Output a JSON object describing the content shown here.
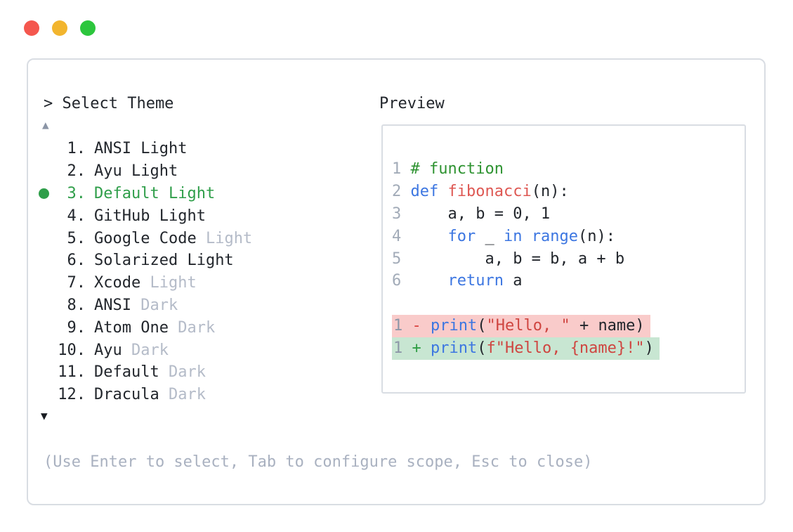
{
  "window": {
    "controls": [
      {
        "name": "close",
        "color": "#f4574e"
      },
      {
        "name": "minimize",
        "color": "#f2b52e"
      },
      {
        "name": "zoom",
        "color": "#2cc63d"
      }
    ]
  },
  "picker": {
    "prompt": "> Select Theme",
    "scroll_up_glyph": "▲",
    "scroll_down_glyph": "▼",
    "help": "(Use Enter to select, Tab to configure scope, Esc to close)",
    "items": [
      {
        "number": "1.",
        "name": "ANSI",
        "variant": "Light",
        "variant_muted": false,
        "selected": false
      },
      {
        "number": "2.",
        "name": "Ayu",
        "variant": "Light",
        "variant_muted": false,
        "selected": false
      },
      {
        "number": "3.",
        "name": "Default",
        "variant": "Light",
        "variant_muted": false,
        "selected": true
      },
      {
        "number": "4.",
        "name": "GitHub",
        "variant": "Light",
        "variant_muted": false,
        "selected": false
      },
      {
        "number": "5.",
        "name": "Google Code",
        "variant": "Light",
        "variant_muted": true,
        "selected": false
      },
      {
        "number": "6.",
        "name": "Solarized",
        "variant": "Light",
        "variant_muted": false,
        "selected": false
      },
      {
        "number": "7.",
        "name": "Xcode",
        "variant": "Light",
        "variant_muted": true,
        "selected": false
      },
      {
        "number": "8.",
        "name": "ANSI",
        "variant": "Dark",
        "variant_muted": true,
        "selected": false
      },
      {
        "number": "9.",
        "name": "Atom One",
        "variant": "Dark",
        "variant_muted": true,
        "selected": false
      },
      {
        "number": "10.",
        "name": "Ayu",
        "variant": "Dark",
        "variant_muted": true,
        "selected": false
      },
      {
        "number": "11.",
        "name": "Default",
        "variant": "Dark",
        "variant_muted": true,
        "selected": false
      },
      {
        "number": "12.",
        "name": "Dracula",
        "variant": "Dark",
        "variant_muted": true,
        "selected": false
      }
    ]
  },
  "preview": {
    "title": "Preview",
    "code_lines": [
      {
        "num": "1",
        "tokens": [
          {
            "text": "# function",
            "type": "comment"
          }
        ]
      },
      {
        "num": "2",
        "tokens": [
          {
            "text": "def",
            "type": "keyword"
          },
          {
            "text": " ",
            "type": "plain"
          },
          {
            "text": "fibonacci",
            "type": "function"
          },
          {
            "text": "(n):",
            "type": "plain"
          }
        ]
      },
      {
        "num": "3",
        "tokens": [
          {
            "text": "    a, b = 0, 1",
            "type": "plain"
          }
        ]
      },
      {
        "num": "4",
        "tokens": [
          {
            "text": "    ",
            "type": "plain"
          },
          {
            "text": "for",
            "type": "keyword"
          },
          {
            "text": " _ ",
            "type": "plain"
          },
          {
            "text": "in",
            "type": "keyword"
          },
          {
            "text": " ",
            "type": "plain"
          },
          {
            "text": "range",
            "type": "keyword"
          },
          {
            "text": "(n):",
            "type": "plain"
          }
        ]
      },
      {
        "num": "5",
        "tokens": [
          {
            "text": "        a, b = b, a + b",
            "type": "plain"
          }
        ]
      },
      {
        "num": "6",
        "tokens": [
          {
            "text": "    ",
            "type": "plain"
          },
          {
            "text": "return",
            "type": "keyword"
          },
          {
            "text": " a",
            "type": "plain"
          }
        ]
      }
    ],
    "diff_lines": [
      {
        "num": "1",
        "sign": "-",
        "kind": "removed",
        "tokens": [
          {
            "text": "print",
            "type": "keyword"
          },
          {
            "text": "(",
            "type": "plain"
          },
          {
            "text": "\"Hello, \"",
            "type": "string"
          },
          {
            "text": " + name)",
            "type": "plain"
          }
        ]
      },
      {
        "num": "1",
        "sign": "+",
        "kind": "added",
        "tokens": [
          {
            "text": "print",
            "type": "keyword"
          },
          {
            "text": "(",
            "type": "plain"
          },
          {
            "text": "f\"Hello, {name}!\"",
            "type": "string"
          },
          {
            "text": ")",
            "type": "plain"
          }
        ]
      }
    ]
  },
  "colors": {
    "selected_green": "#2f9e4a",
    "keyword_blue": "#3c76e1",
    "function_red": "#de5853",
    "string_red": "#cf4540",
    "comment_green": "#2e9331",
    "text_dark": "#22262c",
    "muted_gray": "#b4bbc8",
    "help_gray": "#a9b1c0",
    "line_number_gray": "#a2abb8",
    "border_gray": "#d9dde3",
    "diff_removed_bg": "#f9cbca",
    "diff_added_bg": "#c8e6d2",
    "scroll_up_gray": "#8b95a6",
    "scroll_down_dark": "#181b20"
  }
}
